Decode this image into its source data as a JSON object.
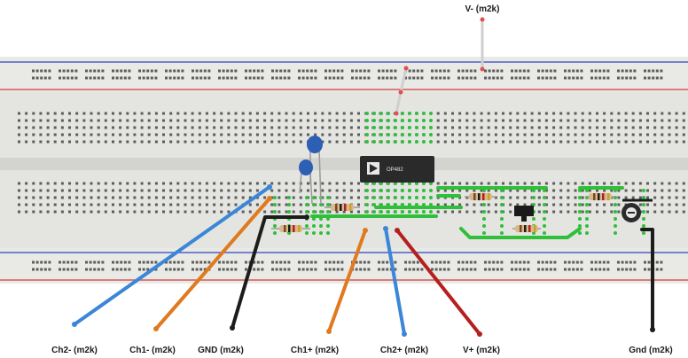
{
  "labels": {
    "v_minus": "V- (m2k)",
    "ch2_minus": "Ch2- (m2k)",
    "ch1_minus": "Ch1- (m2k)",
    "gnd_left": "GND (m2k)",
    "ch1_plus": "Ch1+ (m2k)",
    "ch2_plus": "Ch2+ (m2k)",
    "v_plus": "V+ (m2k)",
    "gnd_right": "Gnd (m2k)"
  },
  "chip": {
    "part": "OP482"
  },
  "colors": {
    "breadboard": "#e6e6e3",
    "rail_red": "#d55a5a",
    "rail_blue": "#4d5fc4",
    "jumper_green": "#2fbf3a",
    "wire_blue": "#3b86d6",
    "wire_orange": "#e07a1f",
    "wire_black": "#1c1c1c",
    "wire_red": "#b5201f",
    "cap_blue": "#2d5fb5",
    "ic_body": "#2a2a2a"
  },
  "icons": [
    "breadboard",
    "op-amp-chip",
    "resistor",
    "ceramic-capacitor",
    "potentiometer",
    "jumper-wire"
  ]
}
